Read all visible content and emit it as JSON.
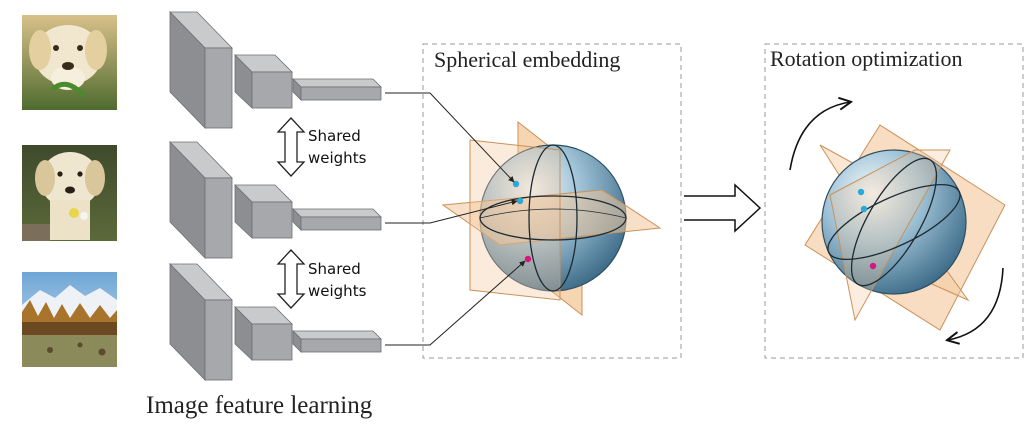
{
  "labels": {
    "spherical_embedding": "Spherical embedding",
    "rotation_optimization": "Rotation optimization",
    "image_feature_learning": "Image feature learning",
    "shared_weights_1_line1": "Shared",
    "shared_weights_1_line2": "weights",
    "shared_weights_2_line1": "Shared",
    "shared_weights_2_line2": "weights"
  },
  "images": [
    {
      "name": "dog-photo-1"
    },
    {
      "name": "dog-photo-2"
    },
    {
      "name": "landscape-photo"
    }
  ],
  "colors": {
    "block_face": "#a7a8ab",
    "block_side": "#8d8e91",
    "block_top": "#c9cacc",
    "sphere_light": "#e9f3f8",
    "sphere_dark": "#4e7d99",
    "plane_fill": "#f3c79a",
    "plane_stroke": "#c9925a",
    "dot_cyan": "#29a9d6",
    "dot_magenta": "#d4177f",
    "dashed_box": "#9a9a9a"
  }
}
